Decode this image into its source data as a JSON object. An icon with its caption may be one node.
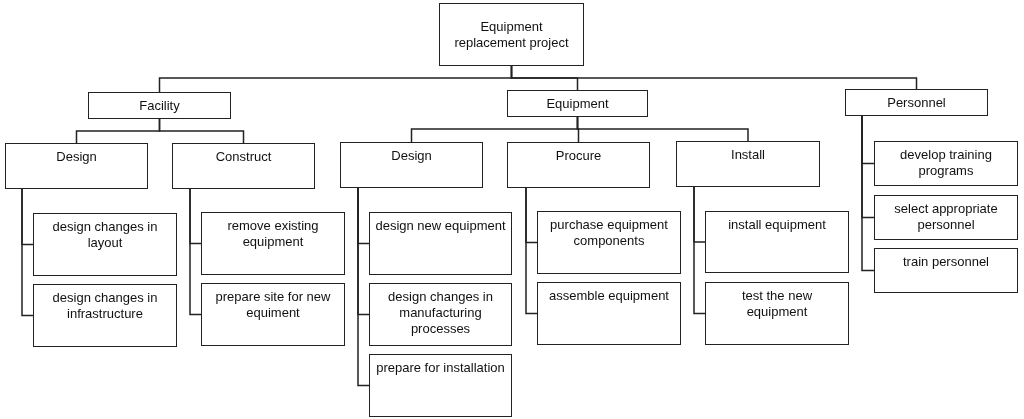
{
  "diagram": {
    "nodes": [
      {
        "text": [
          "Equipment replacement project"
        ]
      },
      {
        "text": [
          "Facility"
        ]
      },
      {
        "text": [
          "Equipment"
        ]
      },
      {
        "text": [
          "Personnel"
        ]
      },
      {
        "text": [
          "Design"
        ]
      },
      {
        "text": [
          "Construct"
        ]
      },
      {
        "text": [
          "Design"
        ]
      },
      {
        "text": [
          "Procure"
        ]
      },
      {
        "text": [
          "Install"
        ]
      },
      {
        "text": [
          "design changes in layout"
        ]
      },
      {
        "text": [
          "design changes in infrastructure"
        ]
      },
      {
        "text": [
          "remove existing equipment"
        ]
      },
      {
        "text": [
          "prepare site for new equiment"
        ]
      },
      {
        "text": [
          "design new equipment"
        ]
      },
      {
        "text": [
          "design changes in manufacturing processes"
        ]
      },
      {
        "text": [
          "prepare for installation"
        ]
      },
      {
        "text": [
          "purchase equipment components"
        ]
      },
      {
        "text": [
          "assemble equipment"
        ]
      },
      {
        "text": [
          "install equipment"
        ]
      },
      {
        "text": [
          "test the new equipment"
        ]
      },
      {
        "text": [
          "develop training programs"
        ]
      },
      {
        "text": [
          "select appropriate personnel"
        ]
      },
      {
        "text": [
          "train personnel"
        ]
      }
    ],
    "edges": [
      {
        "from": 0,
        "to": 1,
        "arrow": "none"
      },
      {
        "from": 0,
        "to": 2,
        "arrow": "none"
      },
      {
        "from": 0,
        "to": 3,
        "arrow": "none"
      },
      {
        "from": 1,
        "to": 4,
        "arrow": "none"
      },
      {
        "from": 1,
        "to": 5,
        "arrow": "none"
      },
      {
        "from": 2,
        "to": 6,
        "arrow": "none"
      },
      {
        "from": 2,
        "to": 7,
        "arrow": "none"
      },
      {
        "from": 2,
        "to": 8,
        "arrow": "none"
      },
      {
        "from": 4,
        "to": 9,
        "arrow": "none"
      },
      {
        "from": 4,
        "to": 10,
        "arrow": "none"
      },
      {
        "from": 5,
        "to": 11,
        "arrow": "none"
      },
      {
        "from": 5,
        "to": 12,
        "arrow": "none"
      },
      {
        "from": 6,
        "to": 13,
        "arrow": "none"
      },
      {
        "from": 6,
        "to": 14,
        "arrow": "none"
      },
      {
        "from": 6,
        "to": 15,
        "arrow": "none"
      },
      {
        "from": 7,
        "to": 16,
        "arrow": "none"
      },
      {
        "from": 7,
        "to": 17,
        "arrow": "none"
      },
      {
        "from": 8,
        "to": 18,
        "arrow": "none"
      },
      {
        "from": 8,
        "to": 19,
        "arrow": "none"
      },
      {
        "from": 3,
        "to": 20,
        "arrow": "none"
      },
      {
        "from": 3,
        "to": 21,
        "arrow": "none"
      },
      {
        "from": 3,
        "to": 22,
        "arrow": "none"
      }
    ]
  }
}
